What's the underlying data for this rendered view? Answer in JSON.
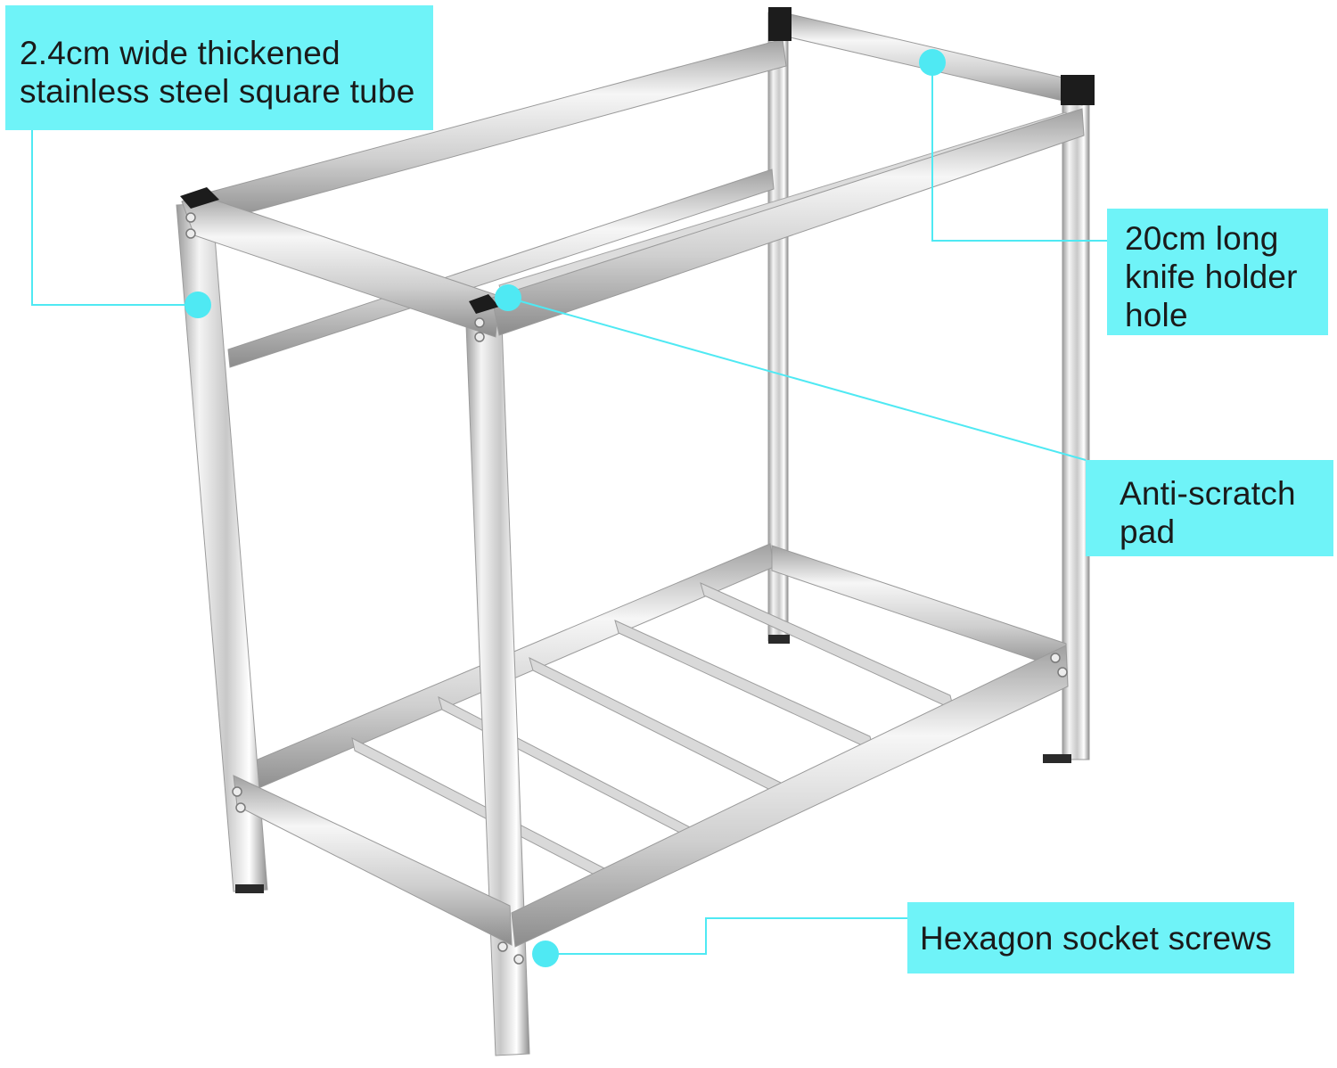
{
  "callouts": {
    "tube": {
      "lines": [
        "2.4cm wide thickened",
        "stainless steel square tube"
      ]
    },
    "knife_hole": {
      "lines": [
        "20cm long",
        "knife holder",
        "hole"
      ]
    },
    "pad": {
      "lines": [
        "Anti-scratch",
        "pad"
      ]
    },
    "screws": {
      "lines": [
        "Hexagon socket screws"
      ]
    }
  },
  "colors": {
    "callout_fill": "#6ff3f8",
    "marker": "#4fe9f3",
    "steel_light": "#f2f2f2",
    "steel_mid": "#c9c9c9",
    "steel_dark": "#8a8a8a",
    "pad_black": "#1c1c1c"
  }
}
